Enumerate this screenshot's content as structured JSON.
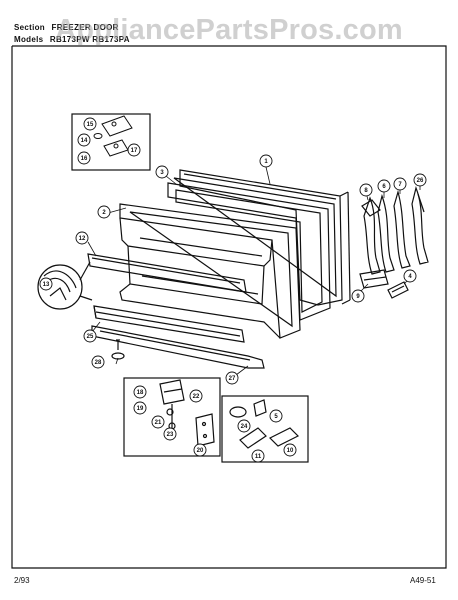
{
  "header": {
    "section_label": "Section",
    "section_value": "FREEZER DOOR",
    "models_label": "Models",
    "models_value": "RB173PW  RB173PA"
  },
  "watermark": "AppliancePartsPros.com",
  "callouts": [
    "1",
    "2",
    "3",
    "4",
    "5",
    "6",
    "7",
    "8",
    "9",
    "10",
    "11",
    "12",
    "13",
    "14",
    "15",
    "16",
    "17",
    "18",
    "19",
    "20",
    "21",
    "22",
    "23",
    "24",
    "25",
    "26",
    "27",
    "28"
  ],
  "footer": {
    "date": "2/93",
    "code": "A49-51"
  },
  "colors": {
    "ink": "#111111",
    "watermark": "#aaaaaa",
    "paper": "#ffffff"
  }
}
